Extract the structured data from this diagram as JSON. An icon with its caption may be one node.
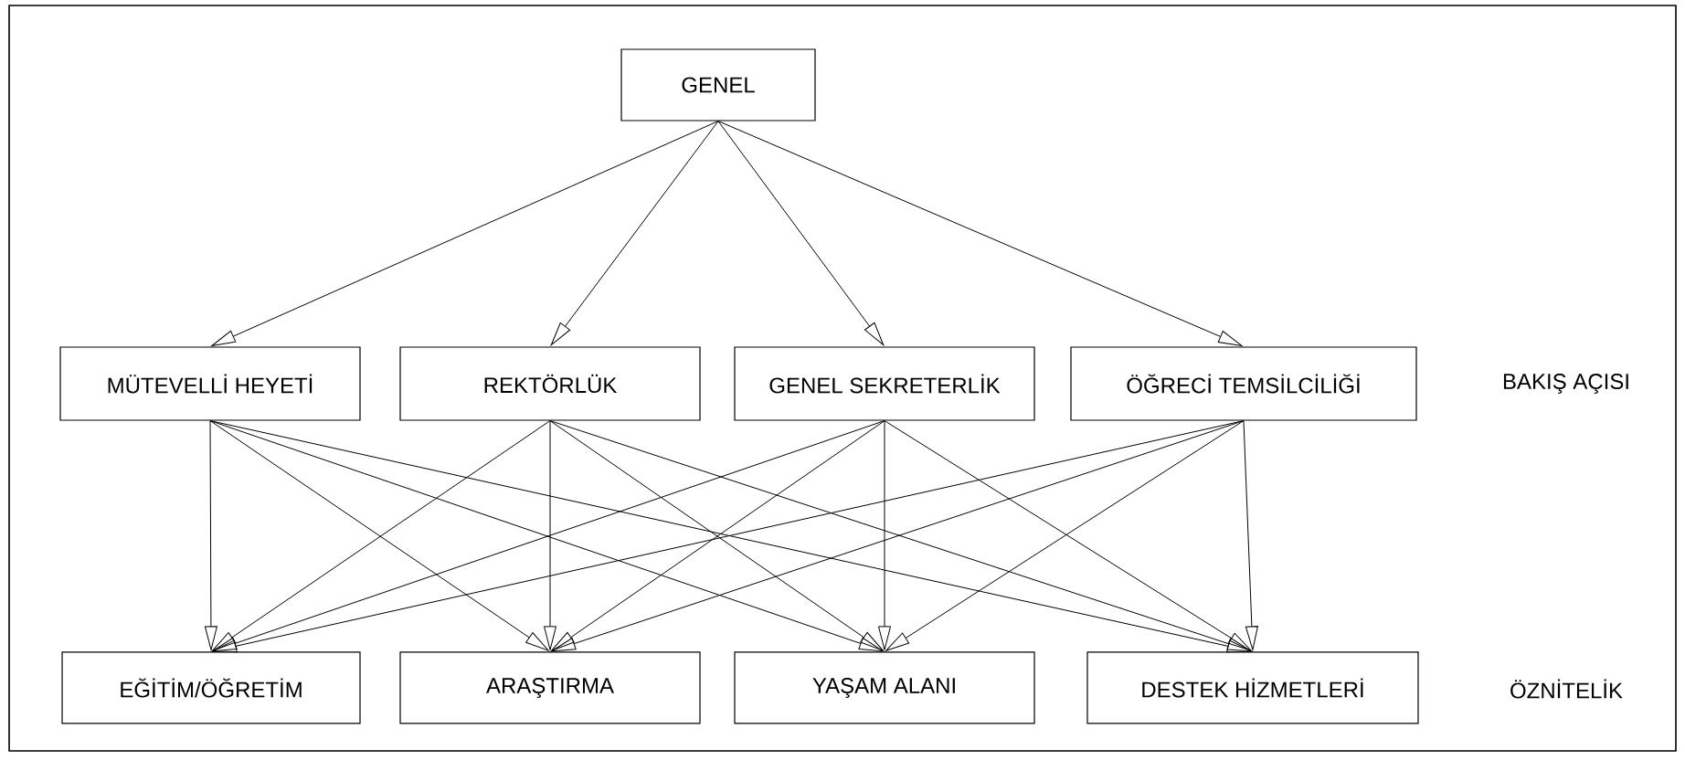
{
  "diagram": {
    "nodes": [
      {
        "text": [
          "GENEL"
        ]
      },
      {
        "text": [
          "MÜTEVELLİ HEYETİ"
        ]
      },
      {
        "text": [
          "REKTÖRLÜK"
        ]
      },
      {
        "text": [
          "GENEL SEKRETERLİK"
        ]
      },
      {
        "text": [
          "ÖĞRECİ TEMSİLCİLİĞİ"
        ]
      },
      {
        "text": [
          "EĞİTİM/ÖĞRETİM"
        ]
      },
      {
        "text": [
          "ARAŞTIRMA"
        ]
      },
      {
        "text": [
          "YAŞAM ALANI"
        ]
      },
      {
        "text": [
          "DESTEK HİZMETLERİ"
        ]
      }
    ],
    "edges": [
      {
        "from": 0,
        "to": 1,
        "arrow": "to"
      },
      {
        "from": 0,
        "to": 2,
        "arrow": "to"
      },
      {
        "from": 0,
        "to": 3,
        "arrow": "to"
      },
      {
        "from": 0,
        "to": 4,
        "arrow": "to"
      },
      {
        "from": 1,
        "to": 5,
        "arrow": "to"
      },
      {
        "from": 1,
        "to": 6,
        "arrow": "to"
      },
      {
        "from": 1,
        "to": 7,
        "arrow": "to"
      },
      {
        "from": 1,
        "to": 8,
        "arrow": "to"
      },
      {
        "from": 2,
        "to": 5,
        "arrow": "to"
      },
      {
        "from": 2,
        "to": 6,
        "arrow": "to"
      },
      {
        "from": 2,
        "to": 7,
        "arrow": "to"
      },
      {
        "from": 2,
        "to": 8,
        "arrow": "to"
      },
      {
        "from": 3,
        "to": 5,
        "arrow": "to"
      },
      {
        "from": 3,
        "to": 6,
        "arrow": "to"
      },
      {
        "from": 3,
        "to": 7,
        "arrow": "to"
      },
      {
        "from": 3,
        "to": 8,
        "arrow": "to"
      },
      {
        "from": 4,
        "to": 5,
        "arrow": "to"
      },
      {
        "from": 4,
        "to": 6,
        "arrow": "to"
      },
      {
        "from": 4,
        "to": 7,
        "arrow": "to"
      },
      {
        "from": 4,
        "to": 8,
        "arrow": "to"
      }
    ],
    "labels": [
      "BAKIŞ AÇISI",
      "ÖZNİTELİK"
    ]
  }
}
